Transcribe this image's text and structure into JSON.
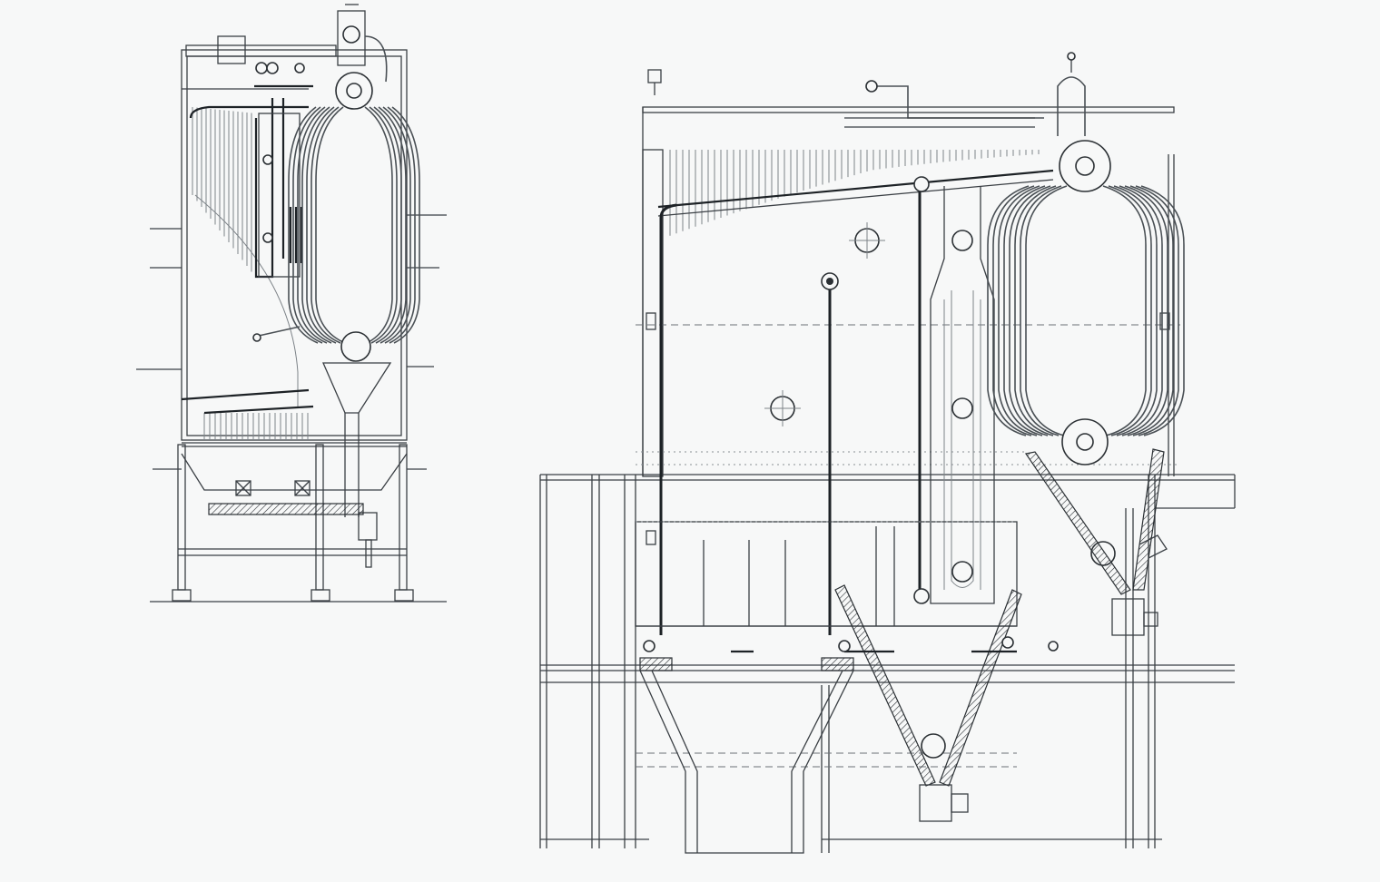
{
  "drawing": {
    "background": "#f7f8f8",
    "line_color": "#3a3f44",
    "views": [
      {
        "id": "compact-boiler-elevation",
        "kind": "left"
      },
      {
        "id": "large-boiler-elevation",
        "kind": "right"
      }
    ]
  }
}
